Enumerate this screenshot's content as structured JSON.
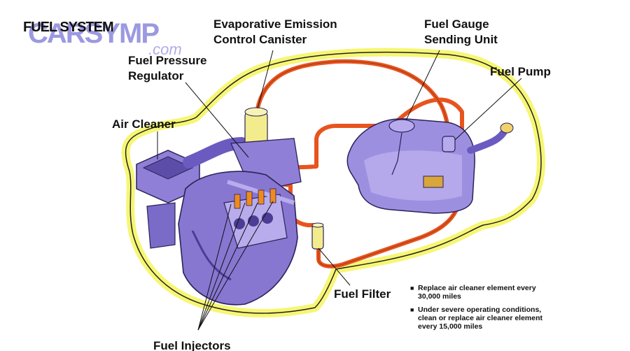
{
  "title": "FUEL SYSTEM",
  "watermark": {
    "logo": "CARSYMP",
    "sub": ".com"
  },
  "labels": {
    "evap_canister": "Evaporative Emission\nControl Canister",
    "fuel_gauge": "Fuel Gauge\nSending Unit",
    "fuel_pressure_regulator": "Fuel Pressure\nRegulator",
    "fuel_pump": "Fuel Pump",
    "air_cleaner": "Air Cleaner",
    "fuel_filter": "Fuel Filter",
    "fuel_injectors": "Fuel Injectors"
  },
  "notes": [
    "Replace air cleaner element every\n30,000 miles",
    "Under severe operating conditions,\nclean or replace air cleaner element\nevery 15,000 miles"
  ],
  "colors": {
    "fuel_line": "#e8541e",
    "car_outline": "#f2f25a",
    "component": "#8f7fd6",
    "component_dark": "#4b3d93",
    "injector": "#f08a1c"
  }
}
